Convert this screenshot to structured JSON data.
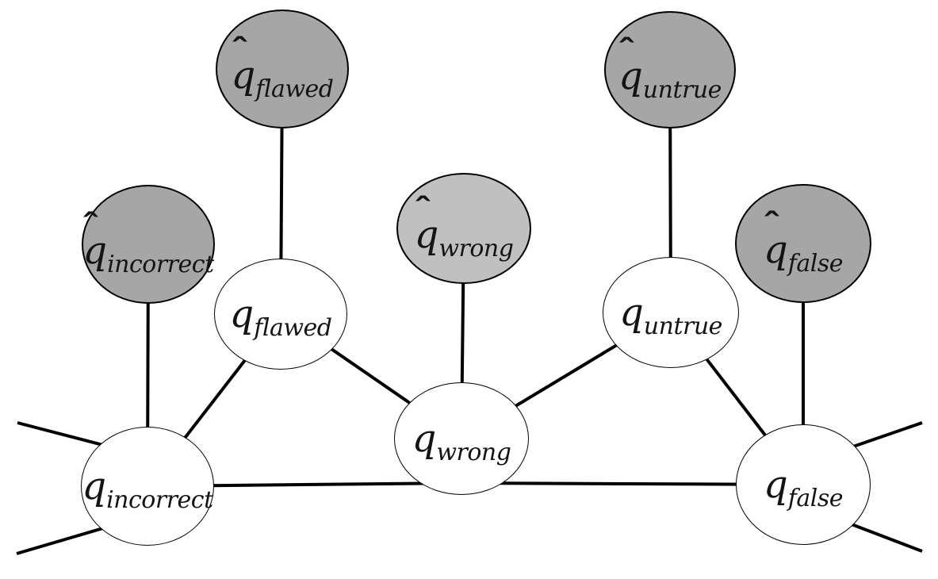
{
  "diagram": {
    "description": "Undirected graphical model connecting latent question nodes q to shaded estimate nodes q-hat",
    "colors": {
      "estimate_fill": "#a6a6a6",
      "estimate_fill_light": "#c0c0c0",
      "latent_fill": "#ffffff",
      "edge_stroke": "#000000",
      "text": "#141414",
      "background": "#ffffff"
    },
    "nodes": [
      {
        "id": "q-hat-incorrect",
        "base": "q",
        "hat": "ˆ",
        "subscript": "incorrect",
        "kind": "estimate",
        "fill": "#a6a6a6"
      },
      {
        "id": "q-hat-flawed",
        "base": "q",
        "hat": "ˆ",
        "subscript": "flawed",
        "kind": "estimate",
        "fill": "#a6a6a6"
      },
      {
        "id": "q-hat-wrong",
        "base": "q",
        "hat": "ˆ",
        "subscript": "wrong",
        "kind": "estimate",
        "fill": "#c0c0c0"
      },
      {
        "id": "q-hat-untrue",
        "base": "q",
        "hat": "ˆ",
        "subscript": "untrue",
        "kind": "estimate",
        "fill": "#a6a6a6"
      },
      {
        "id": "q-hat-false",
        "base": "q",
        "hat": "ˆ",
        "subscript": "false",
        "kind": "estimate",
        "fill": "#a6a6a6"
      },
      {
        "id": "q-incorrect",
        "base": "q",
        "subscript": "incorrect",
        "kind": "latent",
        "fill": "#ffffff"
      },
      {
        "id": "q-flawed",
        "base": "q",
        "subscript": "flawed",
        "kind": "latent",
        "fill": "#ffffff"
      },
      {
        "id": "q-wrong",
        "base": "q",
        "subscript": "wrong",
        "kind": "latent",
        "fill": "#ffffff"
      },
      {
        "id": "q-untrue",
        "base": "q",
        "subscript": "untrue",
        "kind": "latent",
        "fill": "#ffffff"
      },
      {
        "id": "q-false",
        "base": "q",
        "subscript": "false",
        "kind": "latent",
        "fill": "#ffffff"
      }
    ],
    "edges": [
      {
        "from": "q-hat-incorrect",
        "to": "q-incorrect"
      },
      {
        "from": "q-hat-flawed",
        "to": "q-flawed"
      },
      {
        "from": "q-hat-wrong",
        "to": "q-wrong"
      },
      {
        "from": "q-hat-untrue",
        "to": "q-untrue"
      },
      {
        "from": "q-hat-false",
        "to": "q-false"
      },
      {
        "from": "q-incorrect",
        "to": "q-flawed"
      },
      {
        "from": "q-flawed",
        "to": "q-wrong"
      },
      {
        "from": "q-wrong",
        "to": "q-untrue"
      },
      {
        "from": "q-untrue",
        "to": "q-false"
      },
      {
        "from": "q-incorrect",
        "to": "q-wrong"
      },
      {
        "from": "q-wrong",
        "to": "q-false"
      },
      {
        "from": "q-incorrect",
        "to": "offscreen-left-upper"
      },
      {
        "from": "q-incorrect",
        "to": "offscreen-left-lower"
      },
      {
        "from": "q-false",
        "to": "offscreen-right-upper"
      },
      {
        "from": "q-false",
        "to": "offscreen-right-lower"
      }
    ]
  }
}
